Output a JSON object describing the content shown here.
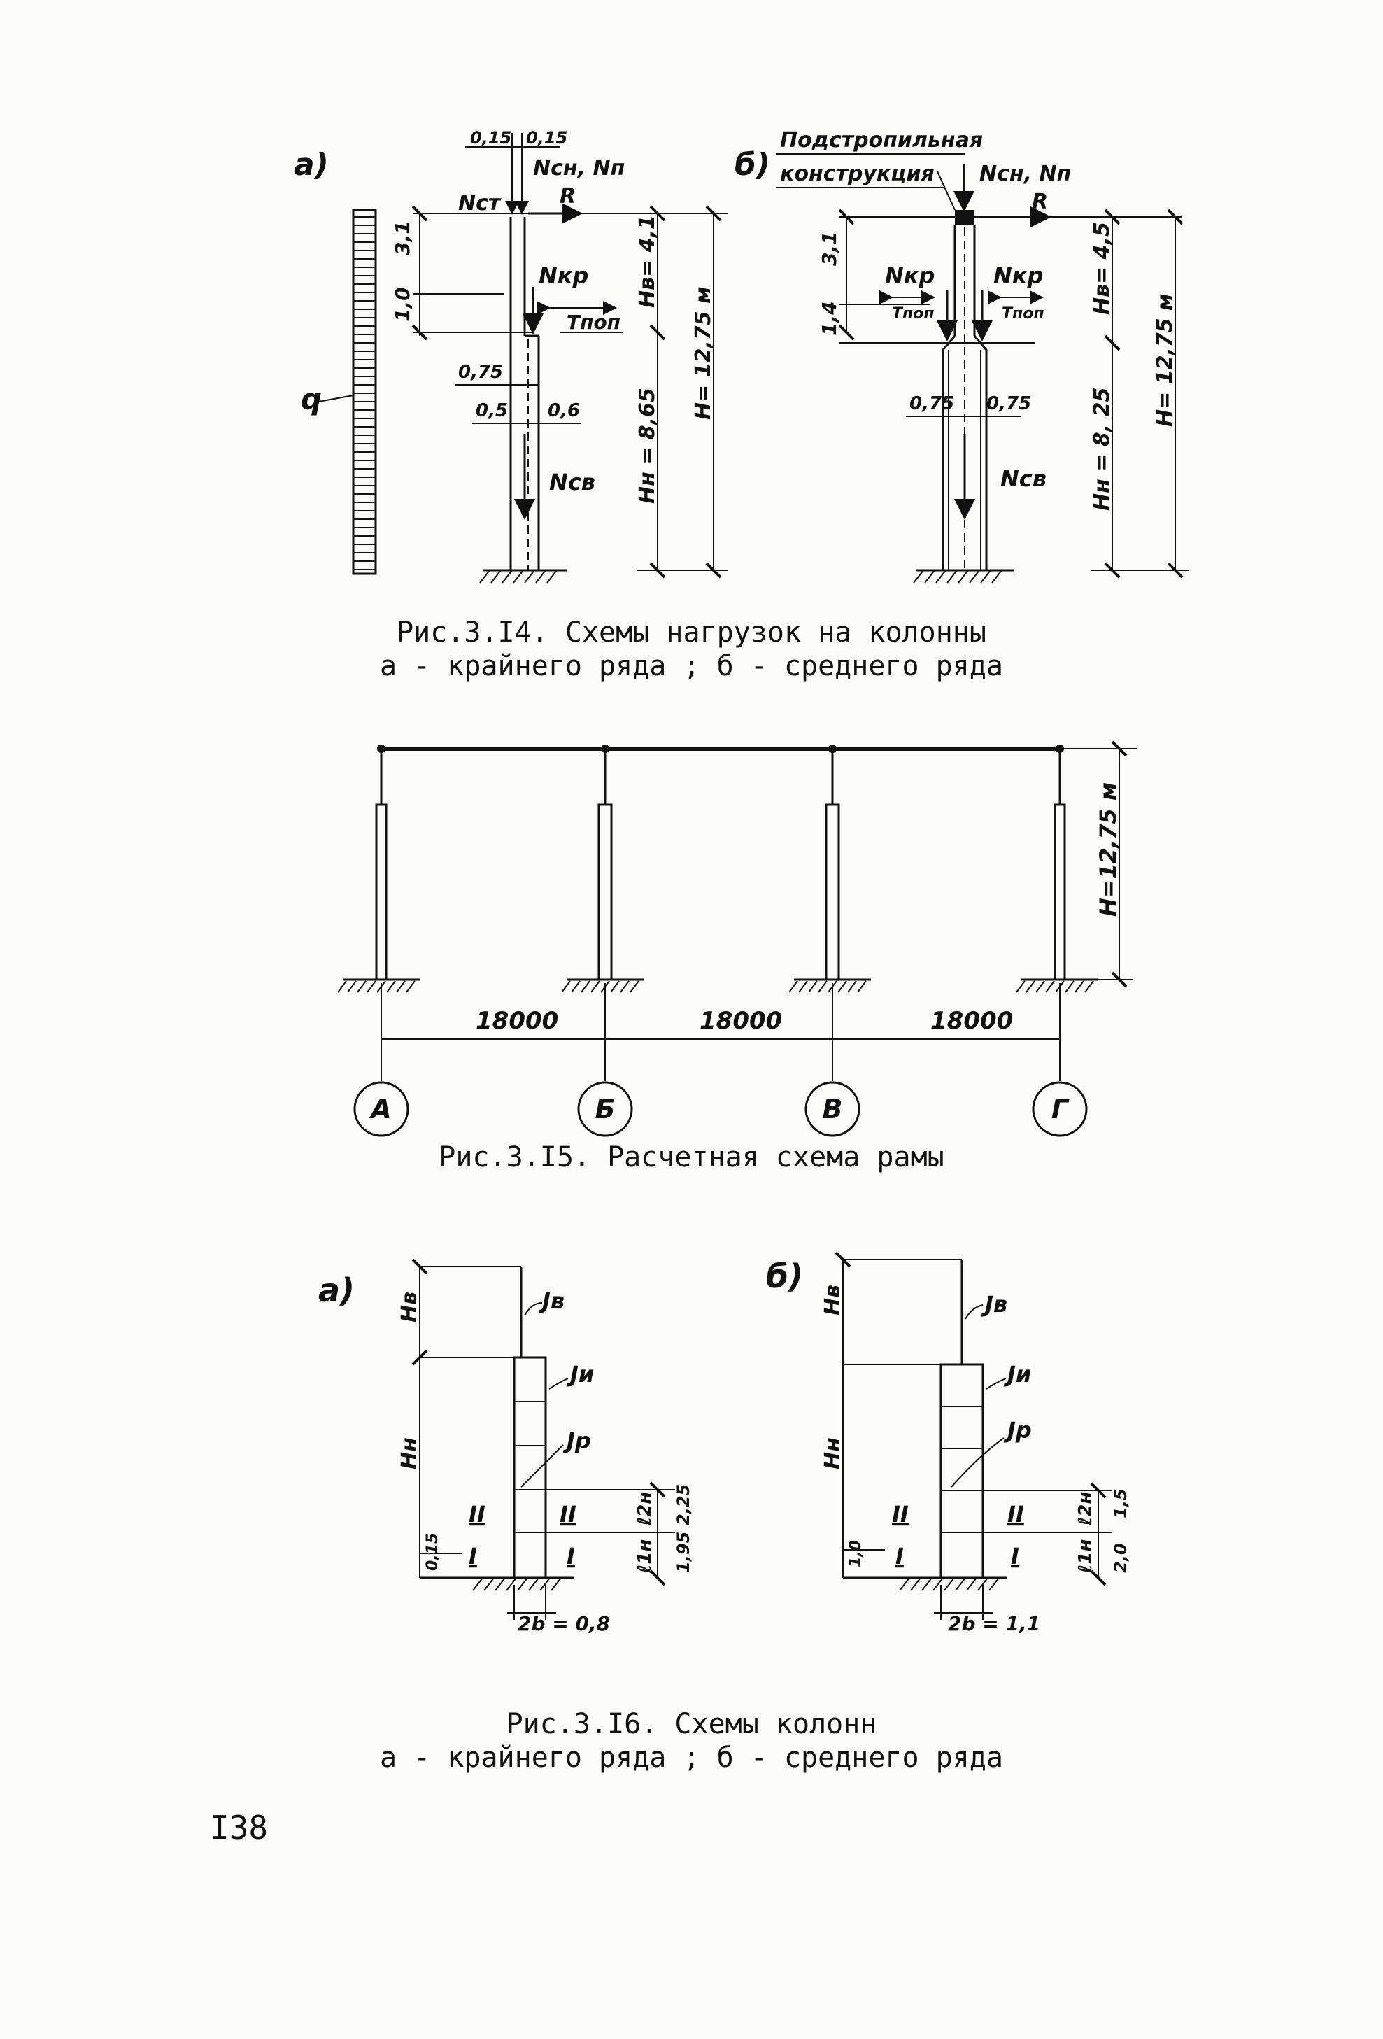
{
  "fig14": {
    "a": {
      "panel_label": "а)",
      "top_offsets": [
        "0,15",
        "0,15"
      ],
      "n_top": "Nсн, Nп",
      "n_st": "Nст",
      "r_label": "R",
      "dim_3_1": "3,1",
      "dim_1_0": "1,0",
      "n_kr": "Nкр",
      "t_pop": "Tпоп",
      "dim_0_75": "0,75",
      "dim_0_5": "0,5",
      "dim_0_6": "0,6",
      "n_sv": "Nсв",
      "q_label": "q",
      "hv": "Hв= 4,1",
      "hn": "Hн = 8,65",
      "h_total": "H= 12,75 м"
    },
    "b": {
      "panel_label": "б)",
      "truss_label_1": "Подстропильная",
      "truss_label_2": "конструкция",
      "n_top": "Nсн, Nп",
      "r_label": "R",
      "dim_3_1": "3,1",
      "dim_1_4": "1,4",
      "n_kr_left": "Nкр",
      "n_kr_right": "Nкр",
      "t_pop_left": "Tпоп",
      "t_pop_right": "Tпоп",
      "dim_0_75_left": "0,75",
      "dim_0_75_right": "0,75",
      "n_sv": "Nсв",
      "hv": "Hв= 4,5",
      "hn": "Hн = 8, 25",
      "h_total": "H= 12,75 м"
    },
    "caption_line1": "Рис.3.I4. Схемы нагрузок на колонны",
    "caption_line2": "а - крайнего ряда ; б - среднего ряда"
  },
  "fig15": {
    "spans": [
      "18000",
      "18000",
      "18000"
    ],
    "axes": [
      "А",
      "Б",
      "В",
      "Г"
    ],
    "height": "H=12,75 м",
    "caption": "Рис.3.I5. Расчетная схема рамы"
  },
  "fig16": {
    "a": {
      "panel_label": "а)",
      "hv": "Hв",
      "hn": "Hн",
      "jv": "Jв",
      "ju": "Jи",
      "jr": "Jр",
      "zone2_left": "II",
      "zone2_right": "II",
      "zone1_left": "I",
      "zone1_right": "I",
      "l2": "ℓ2н",
      "l1": "ℓ1н",
      "dim_2_25": "2,25",
      "dim_1_95": "1,95",
      "dim_base": "0,15",
      "width": "2b = 0,8"
    },
    "b": {
      "panel_label": "б)",
      "hv": "Hв",
      "hn": "Hн",
      "jv": "Jв",
      "ju": "Jи",
      "jr": "Jр",
      "zone2_left": "II",
      "zone2_right": "II",
      "zone1_left": "I",
      "zone1_right": "I",
      "l2": "ℓ2н",
      "l1": "ℓ1н",
      "dim_top": "1,5",
      "dim_bottom": "2,0",
      "dim_base": "1,0",
      "width": "2b = 1,1"
    },
    "caption_line1": "Рис.3.I6. Схемы колонн",
    "caption_line2": "а - крайнего ряда ; б - среднего ряда"
  },
  "page": {
    "number": "I38"
  }
}
